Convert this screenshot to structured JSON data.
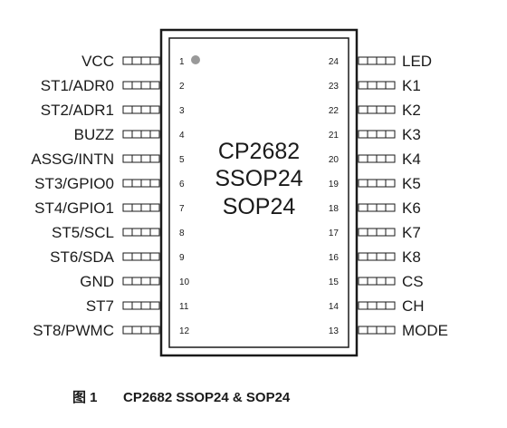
{
  "chip": {
    "lines": [
      "CP2682",
      "SSOP24",
      "SOP24"
    ],
    "marker_color": "#999999"
  },
  "left_pins": [
    {
      "num": "1",
      "label": "VCC"
    },
    {
      "num": "2",
      "label": "ST1/ADR0"
    },
    {
      "num": "3",
      "label": "ST2/ADR1"
    },
    {
      "num": "4",
      "label": "BUZZ"
    },
    {
      "num": "5",
      "label": "ASSG/INTN"
    },
    {
      "num": "6",
      "label": "ST3/GPIO0"
    },
    {
      "num": "7",
      "label": "ST4/GPIO1"
    },
    {
      "num": "8",
      "label": "ST5/SCL"
    },
    {
      "num": "9",
      "label": "ST6/SDA"
    },
    {
      "num": "10",
      "label": "GND"
    },
    {
      "num": "11",
      "label": "ST7"
    },
    {
      "num": "12",
      "label": "ST8/PWMC"
    }
  ],
  "right_pins": [
    {
      "num": "24",
      "label": "LED"
    },
    {
      "num": "23",
      "label": "K1"
    },
    {
      "num": "22",
      "label": "K2"
    },
    {
      "num": "21",
      "label": "K3"
    },
    {
      "num": "20",
      "label": "K4"
    },
    {
      "num": "19",
      "label": "K5"
    },
    {
      "num": "18",
      "label": "K6"
    },
    {
      "num": "17",
      "label": "K7"
    },
    {
      "num": "16",
      "label": "K8"
    },
    {
      "num": "15",
      "label": "CS"
    },
    {
      "num": "14",
      "label": "CH"
    },
    {
      "num": "13",
      "label": "MODE"
    }
  ],
  "caption": {
    "figure": "图 1",
    "title": "CP2682 SSOP24 & SOP24"
  }
}
